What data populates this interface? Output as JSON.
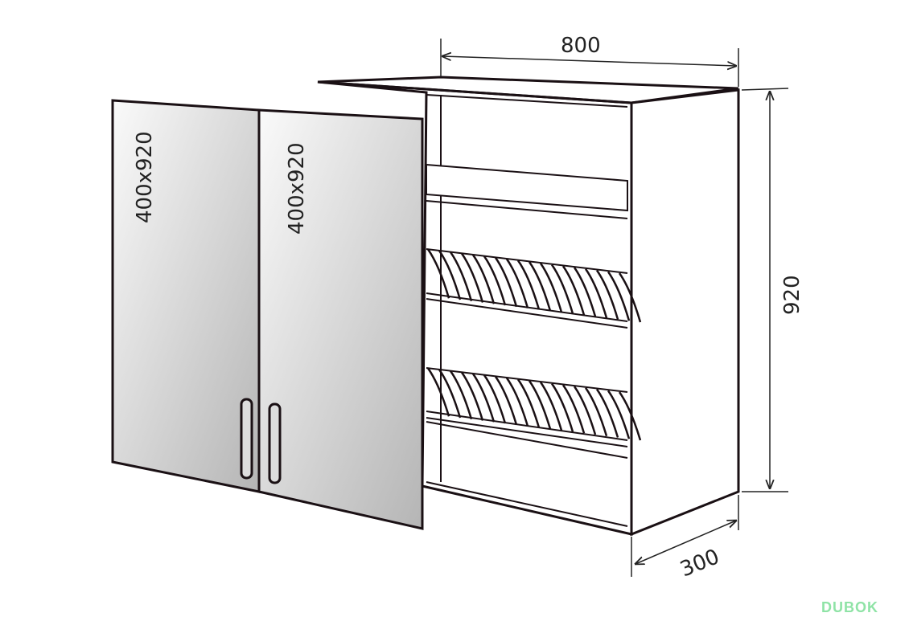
{
  "dimensions": {
    "width": "800",
    "height": "920",
    "depth": "300",
    "door_left": "400x920",
    "door_right": "400x920"
  },
  "watermark": "DUBOK",
  "colors": {
    "line": "#1a1014",
    "door_fill_light": "#f2f2f2",
    "door_fill_dark": "#b8b8b8"
  }
}
